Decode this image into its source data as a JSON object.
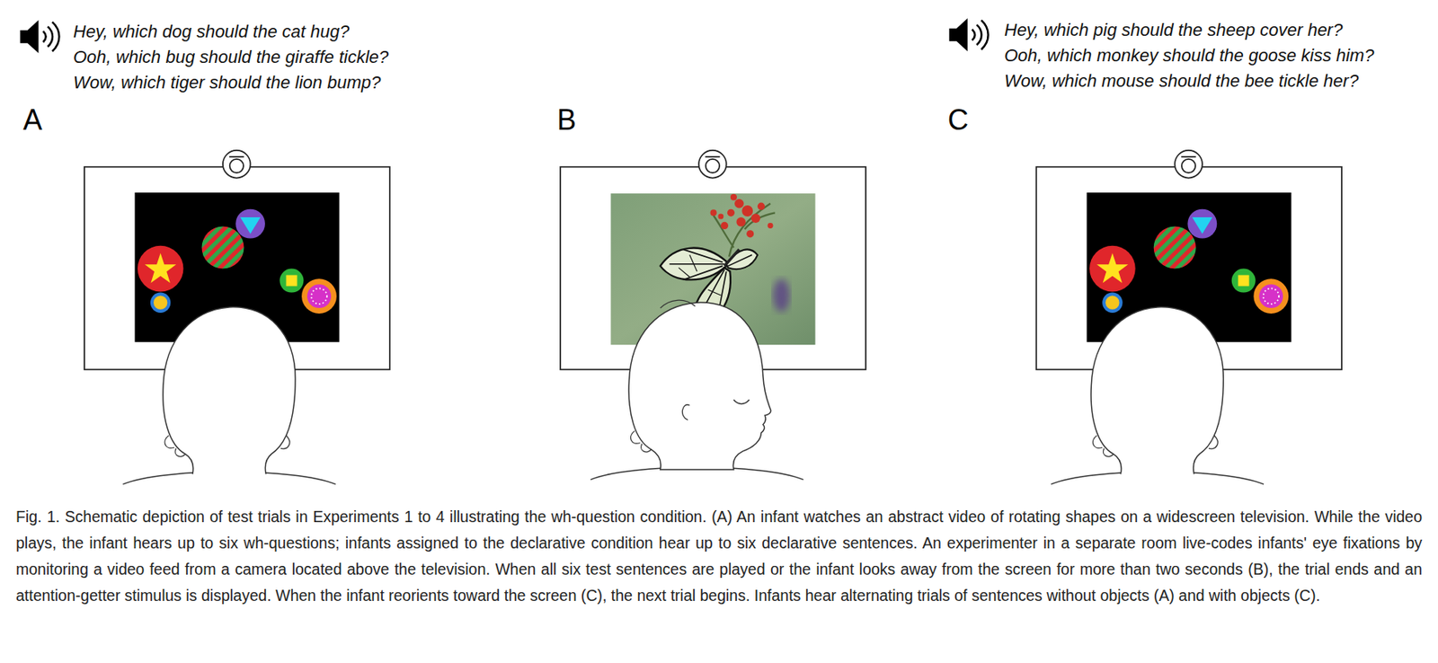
{
  "diagram": {
    "caption": "Fig. 1. Schematic depiction of test trials in Experiments 1 to 4 illustrating the wh-question condition. (A) An infant watches an abstract video of rotating shapes on a widescreen television. While the video plays, the infant hears up to six wh-questions; infants assigned to the declarative condition hear up to six declarative sentences. An experimenter in a separate room live-codes infants' eye fixations by monitoring a video feed from a camera located above the television. When all six test sentences are played or the infant looks away from the screen for more than two seconds (B), the trial ends and an attention-getter stimulus is displayed. When the infant reorients toward the screen (C), the next trial begins. Infants hear alternating trials of sentences without objects (A) and with objects (C).",
    "labels": [
      "Hey, which dog should the cat hug?",
      "Ooh, which bug should the giraffe tickle?",
      "Wow, which tiger should the lion bump?",
      "Hey, which pig should the sheep cover her?",
      "Ooh, which monkey should the goose kiss him?",
      "Wow, which mouse should the bee tickle her?",
      "A",
      "B",
      "C"
    ]
  }
}
